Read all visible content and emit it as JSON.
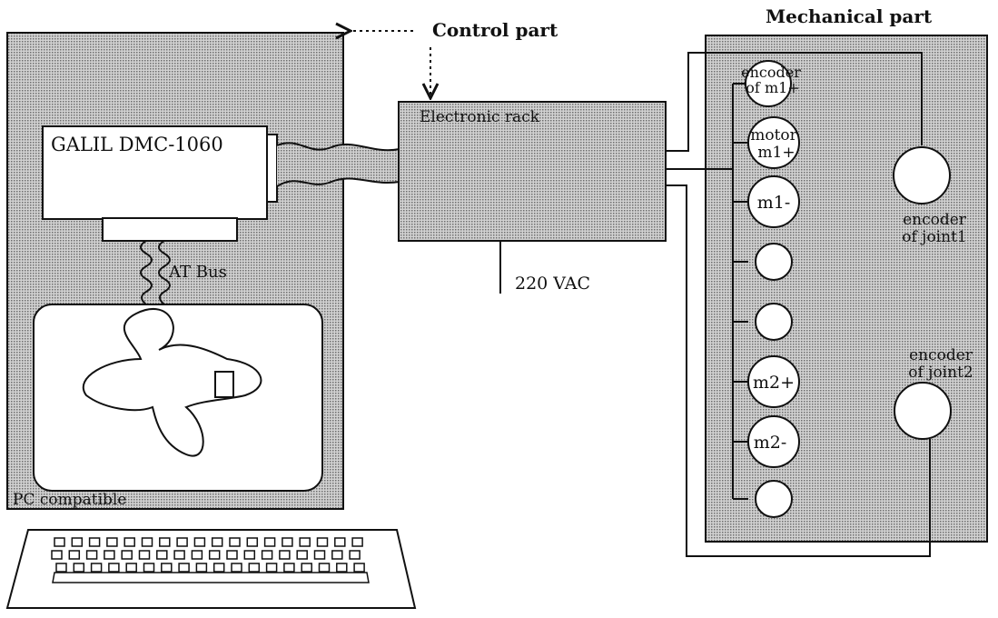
{
  "labels": {
    "control_part": "Control part",
    "mechanical_part": "Mechanical part",
    "galil": "GALIL DMC-1060",
    "electronic_rack": "Electronic rack",
    "at_bus": "AT Bus",
    "vac": "220 VAC",
    "pc": "PC compatible",
    "encoder_joint1_l1": "encoder",
    "encoder_joint1_l2": "of joint1",
    "encoder_joint2_l1": "encoder",
    "encoder_joint2_l2": "of joint2",
    "motor_circles": [
      {
        "l1": "encoder",
        "l2": "of m1+"
      },
      {
        "l1": "motor",
        "l2": "m1+"
      },
      {
        "l1": "m1-",
        "l2": ""
      },
      {
        "l1": "",
        "l2": ""
      },
      {
        "l1": "",
        "l2": ""
      },
      {
        "l1": "m2+",
        "l2": ""
      },
      {
        "l1": "m2-",
        "l2": ""
      },
      {
        "l1": "",
        "l2": ""
      }
    ]
  },
  "colors": {
    "hatch": "#b3b3b3",
    "line": "#111111",
    "panel": "#ffffff"
  }
}
